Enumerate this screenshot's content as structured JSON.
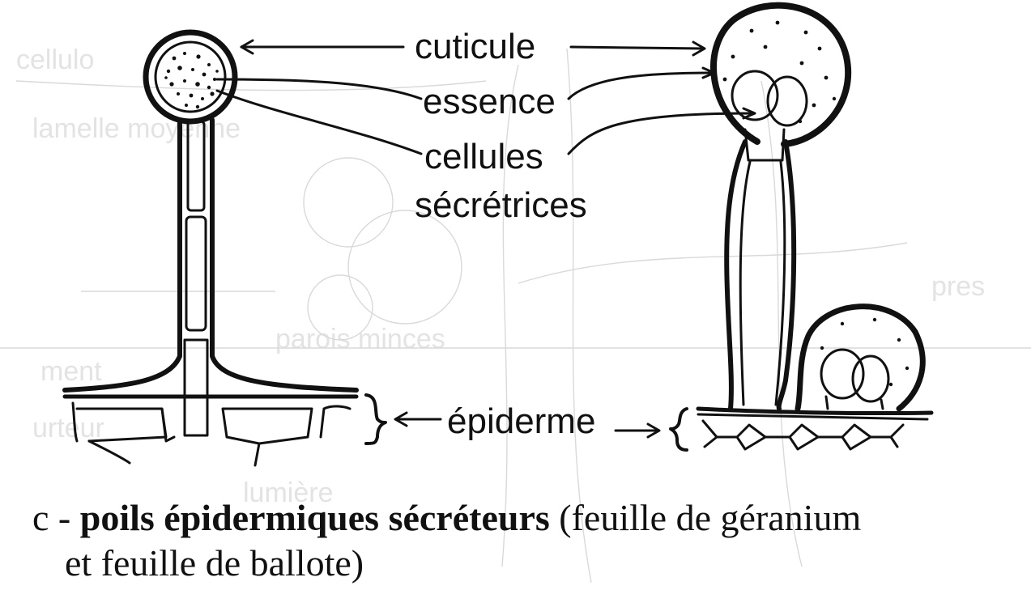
{
  "labels": {
    "cuticule": "cuticule",
    "essence": "essence",
    "cellules": "cellules",
    "secretrices": "sécrétrices",
    "epiderme": "épiderme"
  },
  "caption": {
    "prefix": "c - ",
    "bold": "poils épidermiques sécréteurs",
    "rest_line1": " (feuille de géranium",
    "line2": "et feuille de ballote)"
  },
  "background_text": {
    "t1": "cellulo",
    "t2": "lamelle moyenne",
    "t3": "pres",
    "t4": "parois minces",
    "t5": "ment",
    "t6": "urteur",
    "t7": "lumière"
  },
  "colors": {
    "ink": "#111111",
    "ghost": "#d9d9d9",
    "background": "#ffffff"
  }
}
